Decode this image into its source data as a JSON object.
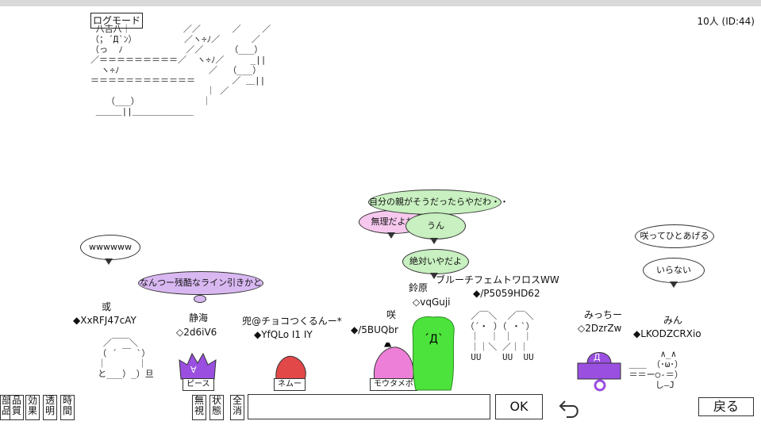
{
  "header": {
    "log_mode_label": "ログモード",
    "user_count": "10人 (ID:44)"
  },
  "bubbles": {
    "wwww": "wwwwww",
    "nantsu": "なんつー残酷なライン引きかと",
    "jibun": "自分の親がそうだったらやだわ・・",
    "muri": "無理だよね",
    "un": "うん",
    "zettai": "絶対いやだよ",
    "saite": "咲ってひとあげる",
    "iranai": "いらない"
  },
  "users": [
    {
      "name": "或",
      "trip": "◆XxRFJ47cAY"
    },
    {
      "name": "静海",
      "trip": "◇2d6iV6",
      "tag": "ピース"
    },
    {
      "name": "兜@チョコつくるんー*",
      "trip": "◆YfQLo I1 IY",
      "tag": "ネムー"
    },
    {
      "name": "咲",
      "trip": "◆/5BUQbr",
      "tag": "モウタメポ"
    },
    {
      "name": "鈴原",
      "trip": "◇vqGuji"
    },
    {
      "name": "ブルーチフェムトワロスWW",
      "trip": "◆/P5059HD62"
    },
    {
      "name": "みっちー",
      "trip": "◇2DzrZw"
    },
    {
      "name": "みん",
      "trip": "◆LKODZCRXio"
    }
  ],
  "controls": {
    "left_buttons": [
      "部品",
      "品質",
      "効果",
      "透明",
      "時間"
    ],
    "mid_buttons": [
      "無視",
      "状態",
      "全消"
    ],
    "ok": "OK",
    "back": "戻る",
    "input_value": ""
  },
  "icons": {
    "undo": "undo-arrow-icon"
  }
}
